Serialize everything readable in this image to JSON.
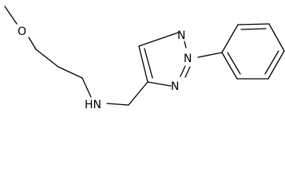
{
  "molecule": {
    "atom_labels": {
      "methoxy_oxygen": "O",
      "amine": "HN",
      "triazole_n1": "N",
      "triazole_n2": "N",
      "triazole_n3": "N"
    }
  },
  "colors": {
    "bond": "#000000",
    "label": "#000000",
    "background": "#ffffff"
  }
}
